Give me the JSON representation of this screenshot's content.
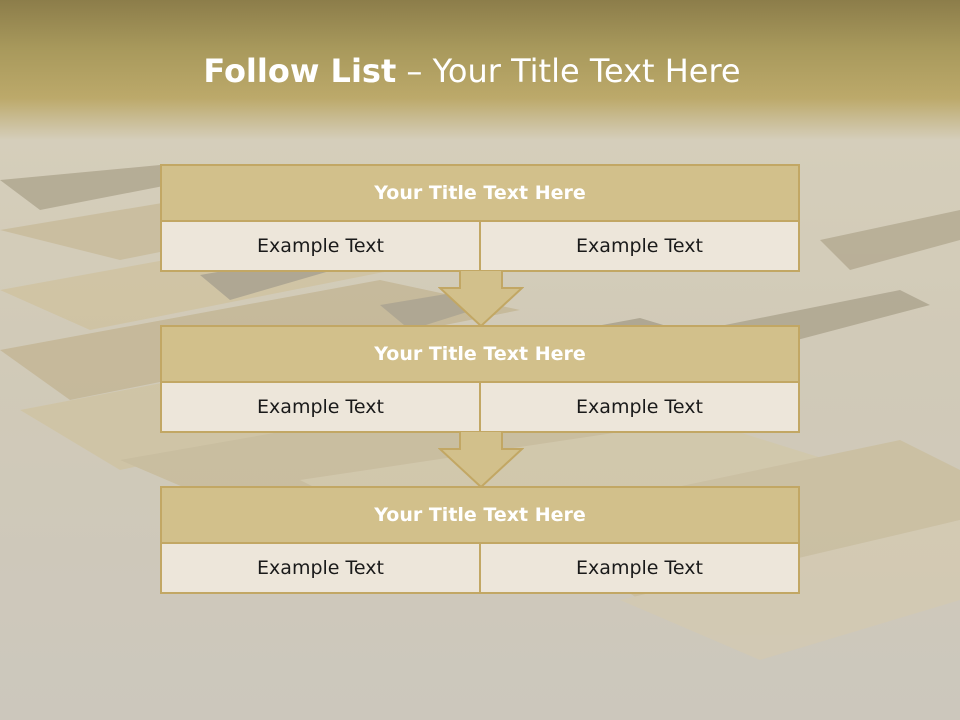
{
  "title": {
    "bold": "Follow List",
    "separator": " – ",
    "rest": "Your Title Text Here"
  },
  "blocks": [
    {
      "title": "Your Title Text Here",
      "left": "Example Text",
      "right": "Example Text"
    },
    {
      "title": "Your Title Text Here",
      "left": "Example Text",
      "right": "Example Text"
    },
    {
      "title": "Your Title Text Here",
      "left": "Example Text",
      "right": "Example Text"
    }
  ],
  "colors": {
    "header_fill": "#d2c08b",
    "border": "#c2a764",
    "body_fill": "#ede6da",
    "arrow_fill": "#d2c08b"
  },
  "icons": [
    "down-arrow-icon"
  ]
}
